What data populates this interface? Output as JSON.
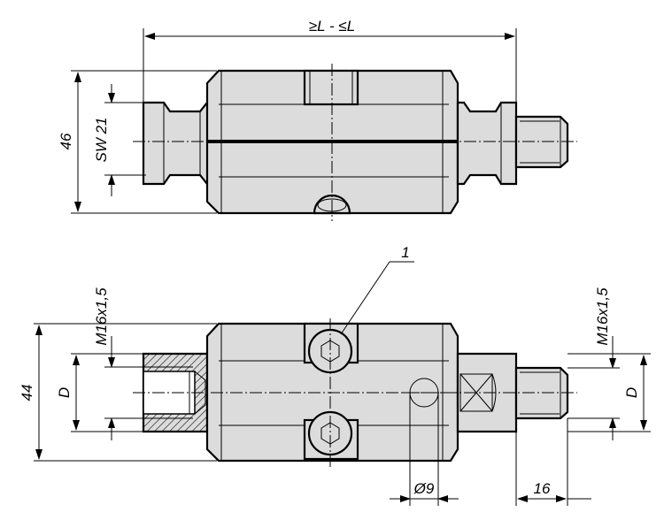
{
  "labels": {
    "length": "≥L - ≤L",
    "height_top": "46",
    "wrench_size": "SW 21",
    "item_number": "1",
    "thread_left": "M16x1,5",
    "thread_right": "M16x1,5",
    "height_bottom": "44",
    "diameter_left": "D",
    "diameter_right": "D",
    "hole_diameter": "Ø9",
    "stud_length": "16"
  }
}
